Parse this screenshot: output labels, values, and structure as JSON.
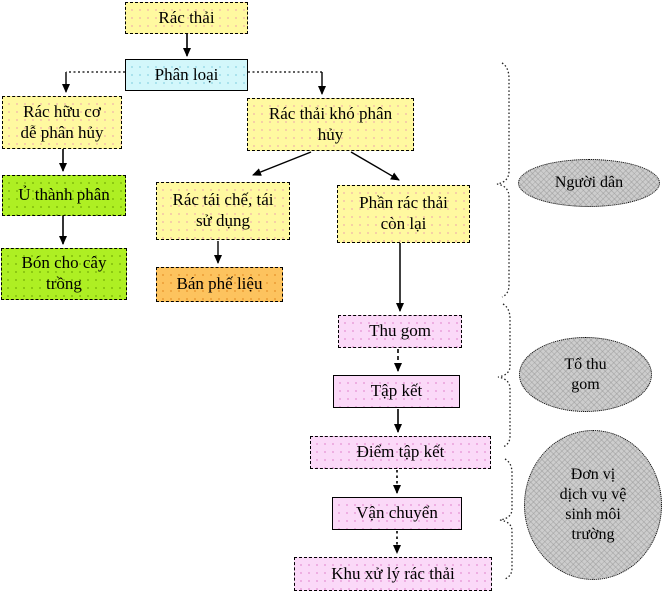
{
  "diagram": {
    "nodes": {
      "rac_thai": "Rác thải",
      "phan_loai": "Phân loại",
      "rac_huu_co": "Rác hữu cơ\ndễ phân hủy",
      "rac_kho_phan_huy": "Rác thải khó phân\nhủy",
      "u_thanh_phan": "Ủ thành phân",
      "bon_cho_cay_trong": "Bón cho cây\ntrồng",
      "rac_tai_che": "Rác tái chế, tái\nsử dụng",
      "ban_phe_lieu": "Bán phế liệu",
      "phan_rac_thai_con_lai": "Phần rác thải\ncòn lại",
      "thu_gom": "Thu gom",
      "tap_ket": "Tập kết",
      "diem_tap_ket": "Điểm tập kết",
      "van_chuyen": "Vận chuyển",
      "khu_xu_ly": "Khu xử lý rác thải"
    },
    "actors": {
      "nguoi_dan": "Người dân",
      "to_thu_gom": "Tổ thu\ngom",
      "don_vi_ve_sinh": "Đơn vị\ndịch vụ vệ\nsinh môi\ntrường"
    }
  },
  "colors": {
    "node-yellow": "#fff9a0",
    "dot-yellow": "#f4c5a8",
    "node-cyan": "#d3f7fb",
    "dot-cyan": "#9edce9",
    "node-green": "#aeef23",
    "dot-green": "#84bf0e",
    "node-orange": "#fdc35e",
    "dot-orange": "#ec9f37",
    "node-pink": "#fbd9f8",
    "dot-pink": "#eba4dc",
    "actor-gray": "#cdcdcd",
    "line": "#000000"
  }
}
